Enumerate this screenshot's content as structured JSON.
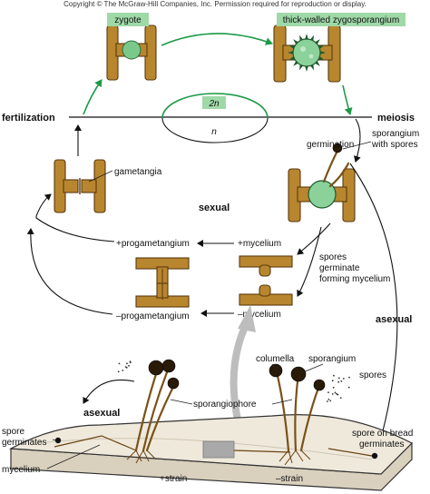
{
  "copyright": "Copyright © The McGraw-Hill Companies, Inc. Permission required for reproduction or display.",
  "labels": {
    "zygote": "zygote",
    "thick_walled": "thick-walled zygosporangium",
    "fertilization": "fertilization",
    "meiosis": "meiosis",
    "two_n": "2n",
    "n": "n",
    "germination": "germination",
    "sporangium_with_spores_1": "sporangium",
    "sporangium_with_spores_2": "with spores",
    "gametangia": "gametangia",
    "sexual": "sexual",
    "plus_progametangium": "+progametangium",
    "plus_mycelium": "+mycelium",
    "spores_germinate_1": "spores",
    "spores_germinate_2": "germinate",
    "spores_germinate_3": "forming mycelium",
    "minus_progametangium": "–progametangium",
    "minus_mycelium": "–mycelium",
    "asexual_right": "asexual",
    "columella": "columella",
    "sporangium": "sporangium",
    "spores": "spores",
    "asexual_left": "asexual",
    "sporangiophore": "sporangiophore",
    "spore_germinates_1": "spore",
    "spore_germinates_2": "germinates",
    "spore_on_bread_1": "spore on bread",
    "spore_on_bread_2": "germinates",
    "mycelium": "mycelium",
    "plus_strain": "+strain",
    "minus_strain": "–strain"
  },
  "colors": {
    "badge_green": "#9fd9a8",
    "cycle_arrow_green": "#1d9a48",
    "hypha_tan": "#b8862e",
    "zygote_green": "#7ac98a"
  }
}
